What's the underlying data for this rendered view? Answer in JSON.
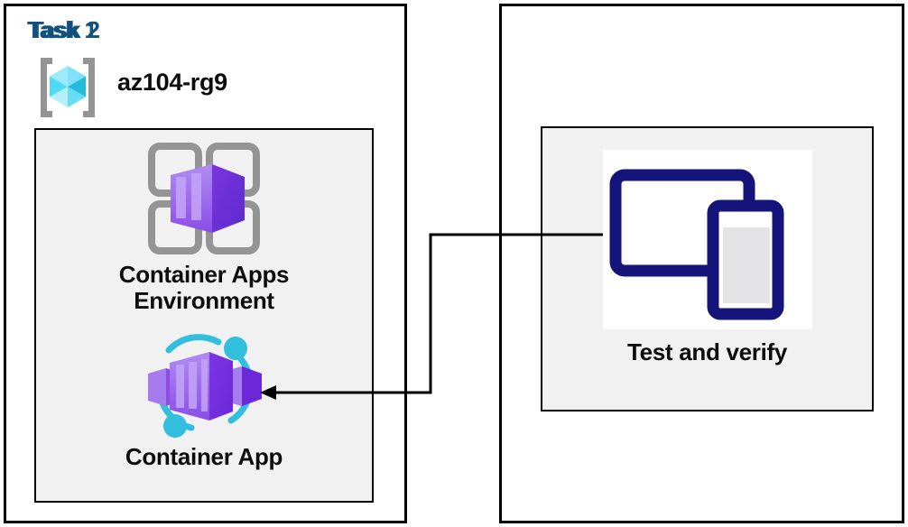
{
  "diagram": {
    "title_color": "#12507E",
    "panel_border_color": "#000000",
    "inner_box_fill": "#f1f1f1",
    "connector_color": "#000000"
  },
  "task1": {
    "title": "Task 1",
    "resource_group": {
      "icon": "resource-group-icon",
      "label": "az104-rg9",
      "icon_colors": {
        "bracket": "#949494",
        "cube_light": "#9EEAFA",
        "cube_mid": "#41D6F2",
        "cube_dark": "#23BCD9"
      }
    },
    "nodes": [
      {
        "icon": "container-apps-environment-icon",
        "caption": "Container Apps\nEnvironment",
        "icon_colors": {
          "grid": "#949494",
          "purple_light": "#A67BEE",
          "purple_mid": "#8A4DE8",
          "purple_dark": "#5C2BCB"
        }
      },
      {
        "icon": "container-app-icon",
        "caption": "Container App",
        "icon_colors": {
          "ring": "#32BEDD",
          "purple_light": "#A67BEE",
          "purple_mid": "#8A4DE8",
          "purple_dark": "#6B27D8"
        }
      }
    ]
  },
  "task2": {
    "title": "Task 2",
    "node": {
      "icon": "test-devices-icon",
      "caption": "Test and verify",
      "icon_colors": {
        "device_navy": "#15147A",
        "phone_screen": "#E4E4E6",
        "panel_bg": "#ffffff"
      }
    }
  },
  "connector": {
    "name": "task2-to-container-app-arrow",
    "from": "test-devices-icon",
    "to": "container-app-icon",
    "direction": "right-to-left",
    "arrowhead": "left"
  }
}
